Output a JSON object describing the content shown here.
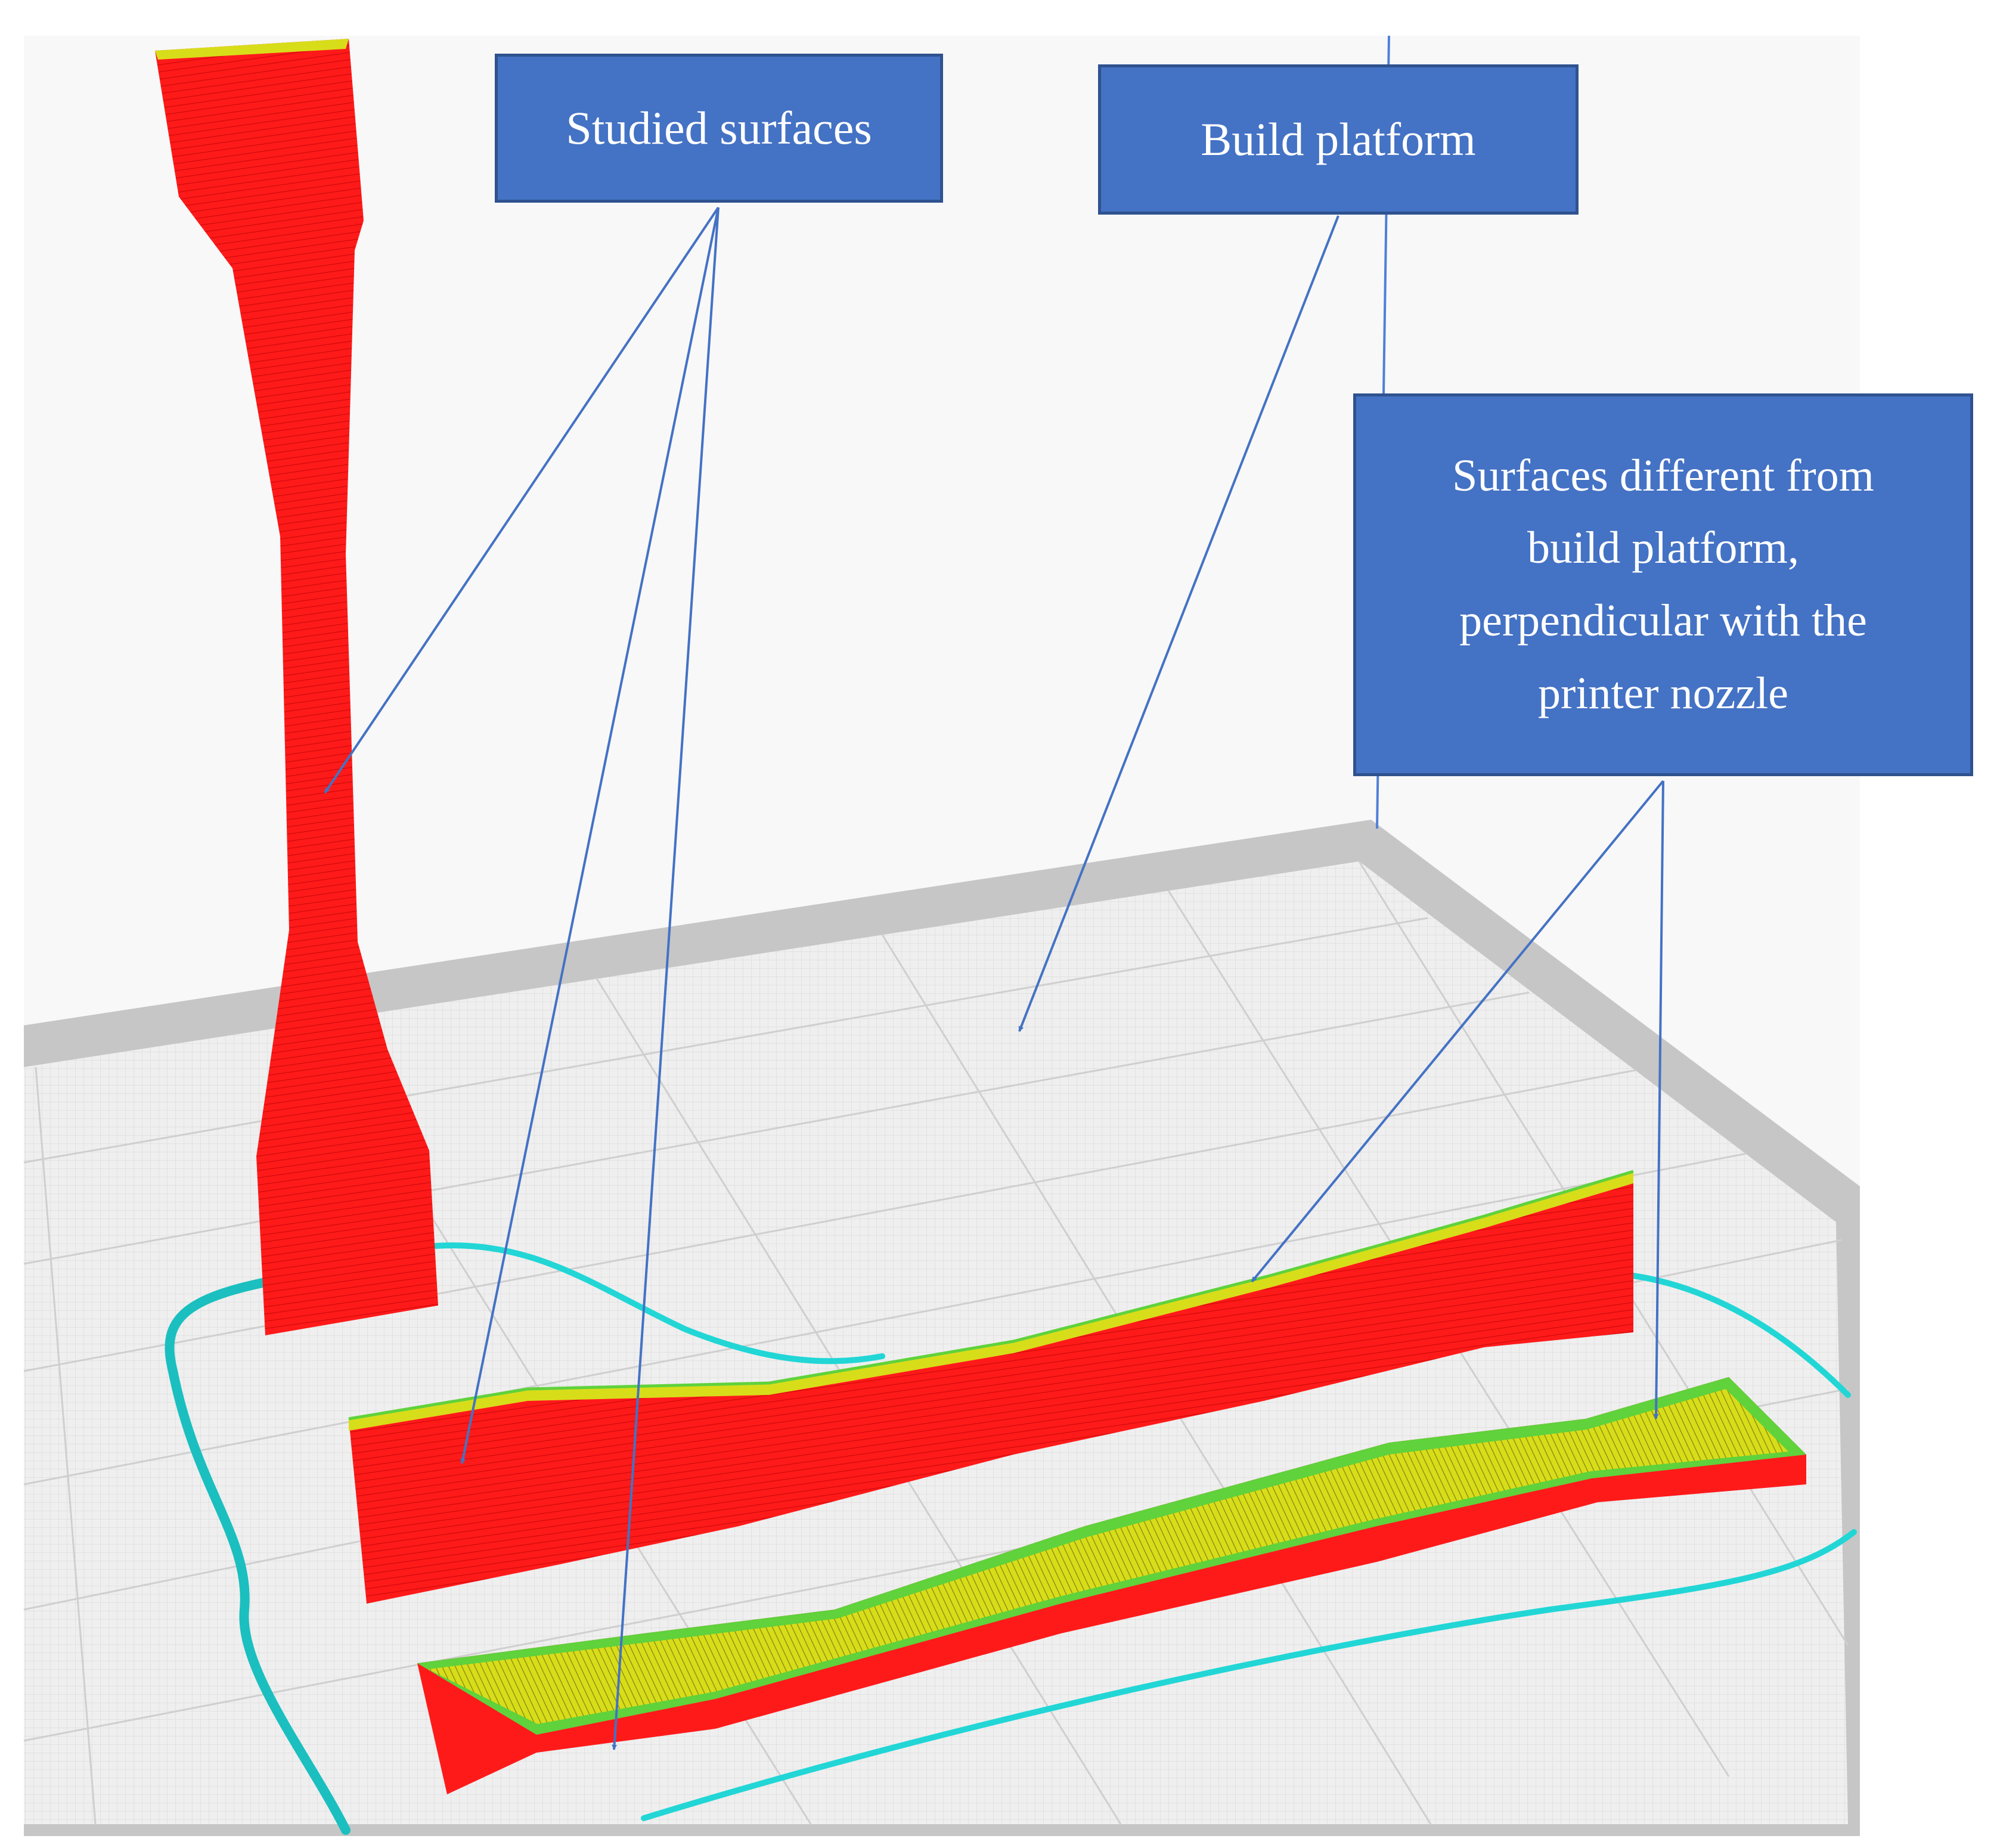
{
  "colors": {
    "background": "#ffffff",
    "viewport": "#f8f8f8",
    "platform_border": "#c6c6c6",
    "platform_surface": "#ececec",
    "grid_line": "#d2d2d2",
    "part_red": "#ff1a1a",
    "part_yellow": "#d8dd1a",
    "part_green": "#5fd23c",
    "skirt_cyan": "#22d6d6",
    "callout_fill": "#4472c4",
    "callout_border": "#2f528f",
    "arrow": "#4472c4",
    "axis_blue": "#4f80d8"
  },
  "callouts": {
    "studied_surfaces": "Studied surfaces",
    "build_platform": "Build platform",
    "different_surfaces": "Surfaces different from\nbuild platform,\nperpendicular with the\nprinter nozzle"
  }
}
